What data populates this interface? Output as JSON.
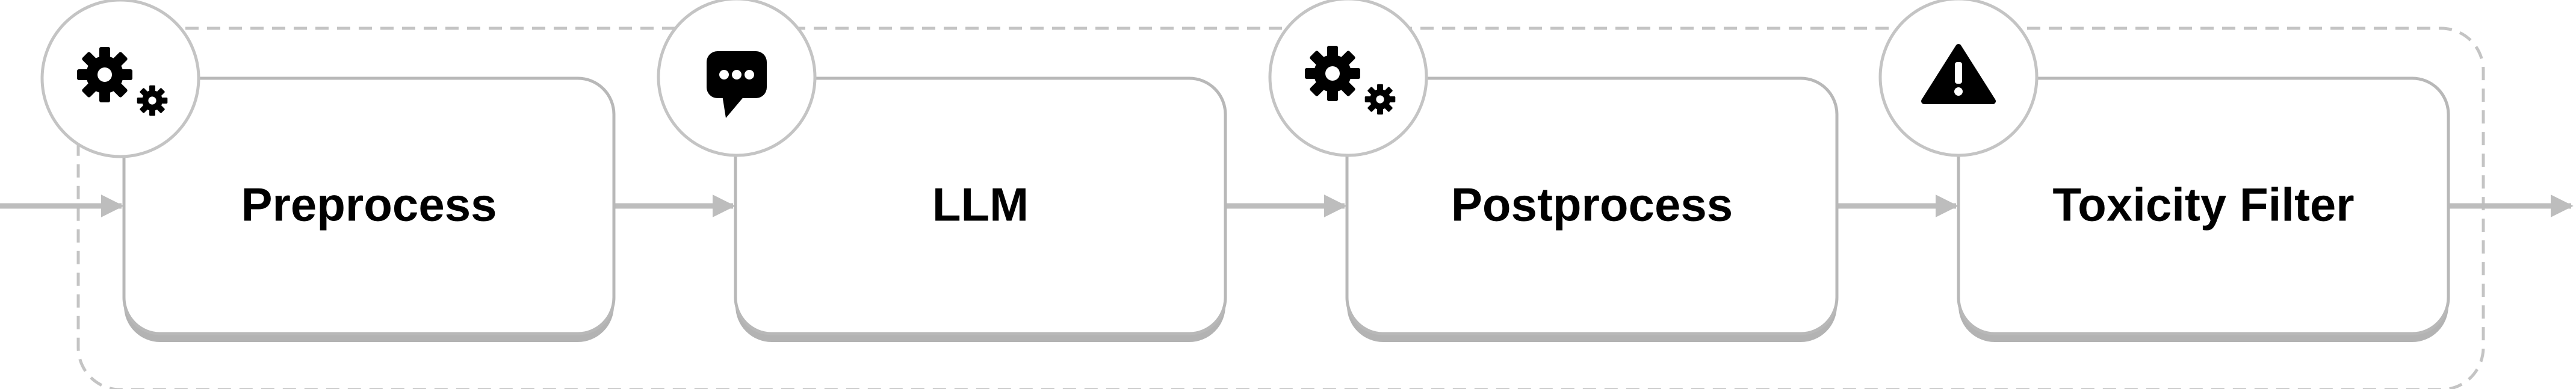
{
  "pipeline": {
    "stages": [
      {
        "label": "Preprocess",
        "icon": "gears-icon"
      },
      {
        "label": "LLM",
        "icon": "speech-bubble-icon"
      },
      {
        "label": "Postprocess",
        "icon": "gears-icon"
      },
      {
        "label": "Toxicity Filter",
        "icon": "warning-icon"
      }
    ]
  },
  "colors": {
    "box_border": "#b8b8b8",
    "box_shadow": "#b3b3b3",
    "arrow": "#bdbdbd",
    "group_border": "#c4c4c4",
    "icon_fill": "#000000",
    "text": "#000000"
  }
}
